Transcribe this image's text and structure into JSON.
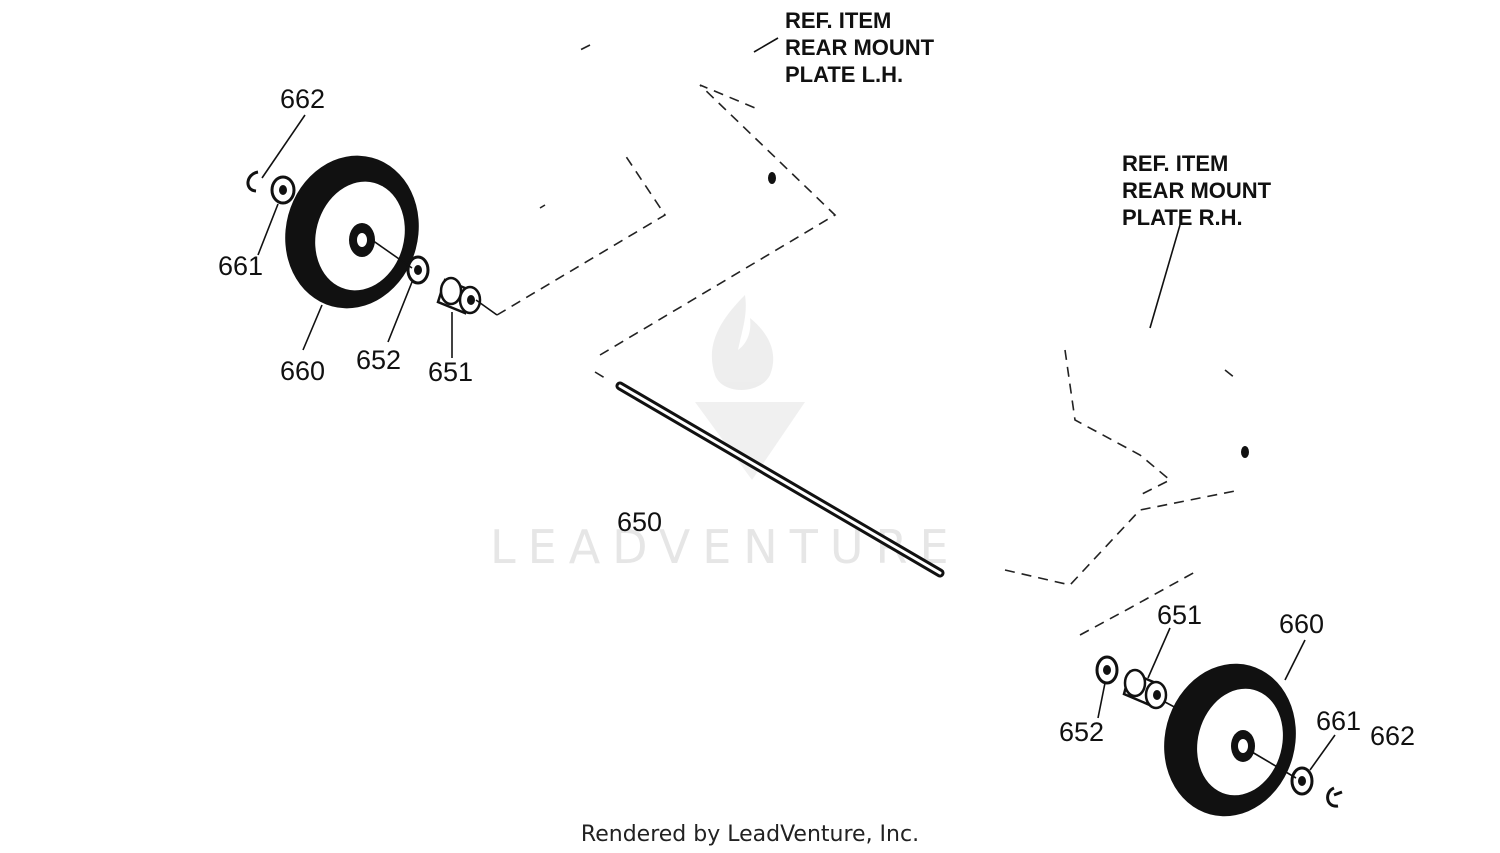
{
  "labels": {
    "ref_lh": [
      "REF. ITEM",
      "REAR MOUNT",
      "PLATE L.H."
    ],
    "ref_rh": [
      "REF. ITEM",
      "REAR MOUNT",
      "PLATE R.H."
    ],
    "left": {
      "p662": "662",
      "p661": "661",
      "p660": "660",
      "p652": "652",
      "p651": "651"
    },
    "axle": "650",
    "right": {
      "p651": "651",
      "p660": "660",
      "p661": "661",
      "p662": "662",
      "p652": "652"
    }
  },
  "watermark": "LEADVENTURE",
  "credit": "Rendered by LeadVenture, Inc."
}
